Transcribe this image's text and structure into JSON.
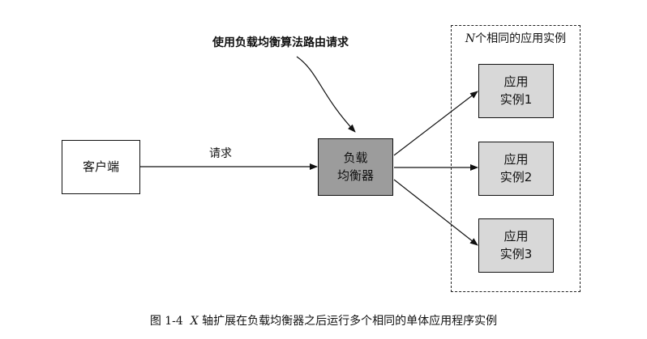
{
  "annotation": "使用负载均衡算法路由请求",
  "client": {
    "label": "客户端"
  },
  "request_edge": {
    "label": "请求"
  },
  "load_balancer": {
    "line1": "负载",
    "line2": "均衡器",
    "fill": "#9c9c9c"
  },
  "instances_group": {
    "label_var": "N",
    "label_text": "个相同的应用实例"
  },
  "instances": [
    {
      "line1": "应用",
      "line2": "实例1"
    },
    {
      "line1": "应用",
      "line2": "实例2"
    },
    {
      "line1": "应用",
      "line2": "实例3"
    }
  ],
  "instance_fill": "#d8d8d8",
  "caption": {
    "figure": "图 1-4",
    "axis": "X",
    "text": "轴扩展在负载均衡器之后运行多个相同的单体应用程序实例"
  }
}
